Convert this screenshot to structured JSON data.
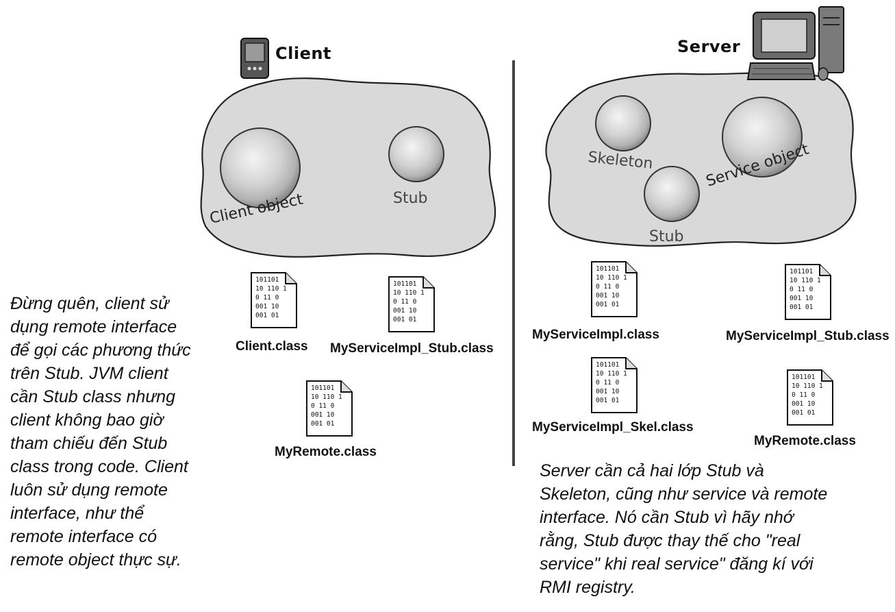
{
  "client": {
    "title": "Client",
    "blob_labels": {
      "client_object": "Client object",
      "stub": "Stub"
    },
    "files": {
      "client_class": {
        "name": "Client.class",
        "binary": "101101\n10 110 1\n0 11 0\n001 10\n001 01"
      },
      "stub_class": {
        "name": "MyServiceImpl_Stub.class",
        "binary": "101101\n10 110 1\n0 11 0\n001 10\n001 01"
      },
      "remote_class": {
        "name": "MyRemote.class",
        "binary": "101101\n10 110 1\n0 11 0\n001 10\n001 01"
      }
    },
    "note": "Đừng quên, client sử\ndụng remote interface\nđể gọi các phương thức\ntrên Stub. JVM client\ncần Stub class nhưng\nclient không bao giờ\ntham chiếu đến Stub\nclass trong code. Client\nluôn sử dụng remote\ninterface, như thể\nremote interface có\nremote object thực sự."
  },
  "server": {
    "title": "Server",
    "blob_labels": {
      "skeleton": "Skeleton",
      "service_object": "Service object",
      "stub": "Stub"
    },
    "files": {
      "impl_class": {
        "name": "MyServiceImpl.class",
        "binary": "101101\n10 110 1\n0 11 0\n001 10\n001 01"
      },
      "stub_class": {
        "name": "MyServiceImpl_Stub.class",
        "binary": "101101\n10 110 1\n0 11 0\n001 10\n001 01"
      },
      "skel_class": {
        "name": "MyServiceImpl_Skel.class",
        "binary": "101101\n10 110 1\n0 11 0\n001 10\n001 01"
      },
      "remote_class": {
        "name": "MyRemote.class",
        "binary": "101101\n10 110 1\n0 11 0\n001 10\n001 01"
      }
    },
    "note": "Server cần cả hai lớp Stub và\nSkeleton, cũng như service và remote\ninterface. Nó cần Stub vì hãy nhớ\nrằng, Stub được thay thế cho \"real\nservice\" khi real service\" đăng kí với\nRMI registry."
  },
  "colors": {
    "blob_fill": "#d9d9d9",
    "sphere_light": "#f2f2f2",
    "sphere_dark": "#8f8f8f",
    "divider": "#444444"
  }
}
